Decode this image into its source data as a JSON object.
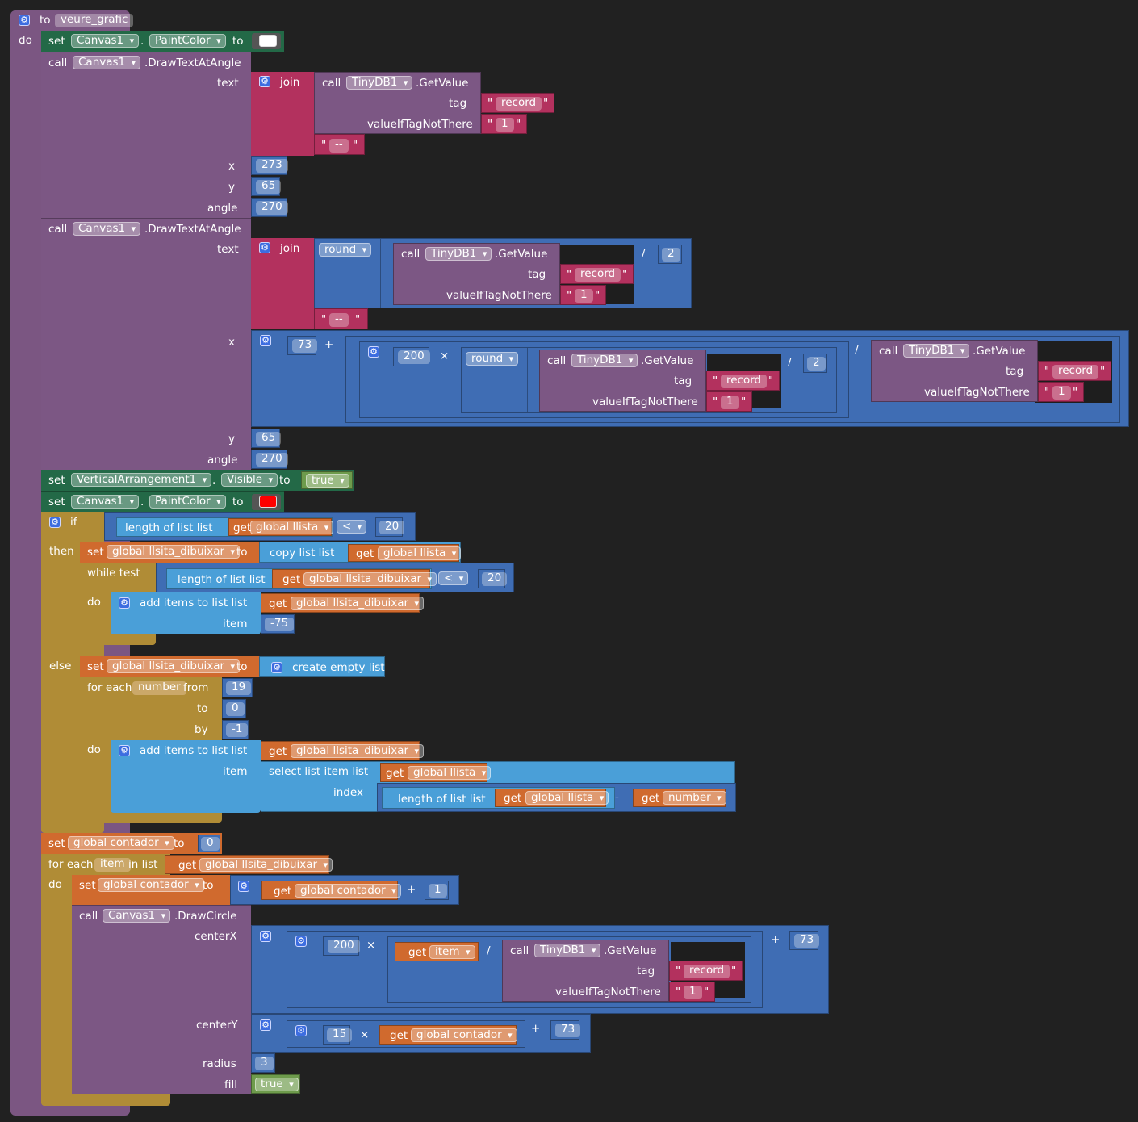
{
  "procedure": {
    "to": "to",
    "name": "veure_grafic",
    "do": "do"
  },
  "kw": {
    "set": "set",
    "call": "call",
    "to": "to",
    "dot": ".",
    "join": "join",
    "text": "text",
    "x": "x",
    "y": "y",
    "angle": "angle",
    "tag": "tag",
    "valueIfTagNotThere": "valueIfTagNotThere",
    "if": "if",
    "then": "then",
    "else": "else",
    "while_test": "while  test",
    "do": "do",
    "length_of_list": "length of list  list",
    "copy_list": "copy list  list",
    "add_items": "add items to list   list",
    "item": "item",
    "create_empty_list": "create empty list",
    "for_each": "for each",
    "from": "from",
    "by": "by",
    "select_list_item": "select list item  list",
    "index": "index",
    "in_list": "in list",
    "get": "get",
    "centerX": "centerX",
    "centerY": "centerY",
    "radius": "radius",
    "fill": "fill",
    "plus": "+",
    "minus": "-",
    "times": "×",
    "divide": "/",
    "lt": "<"
  },
  "components": {
    "canvas": "Canvas1",
    "tinydb": "TinyDB1",
    "vertical": "VerticalArrangement1"
  },
  "props": {
    "paint_color": "PaintColor",
    "visible": "Visible"
  },
  "methods": {
    "draw_text": ".DrawTextAtAngle",
    "get_value": ".GetValue",
    "draw_circle": ".DrawCircle"
  },
  "strings": {
    "record": "record",
    "one": "1",
    "dashes": "--"
  },
  "vars": {
    "llista": "global llista",
    "llsita_dibuixar": "global llsita_dibuixar",
    "contador": "global contador",
    "number": "number",
    "item": "item"
  },
  "nums": {
    "n273": "273",
    "n65": "65",
    "n270": "270",
    "n2": "2",
    "n73": "73",
    "n200": "200",
    "n20": "20",
    "n_75": "-75",
    "n19": "19",
    "n0": "0",
    "n_1": "-1",
    "n1": "1",
    "n15": "15",
    "n3": "3"
  },
  "ops": {
    "round": "round",
    "lt": "<"
  },
  "bools": {
    "true": "true"
  },
  "colors": {
    "white_swatch": "#ffffff",
    "red_swatch": "#ff0000",
    "procedure": "#7b5682",
    "text": "#b3315e",
    "math": "#3f6db4",
    "lists": "#4a9fd8",
    "variables": "#d06a2e",
    "control": "#b08c36",
    "components": "#236947",
    "logic": "#6e9b4c"
  }
}
